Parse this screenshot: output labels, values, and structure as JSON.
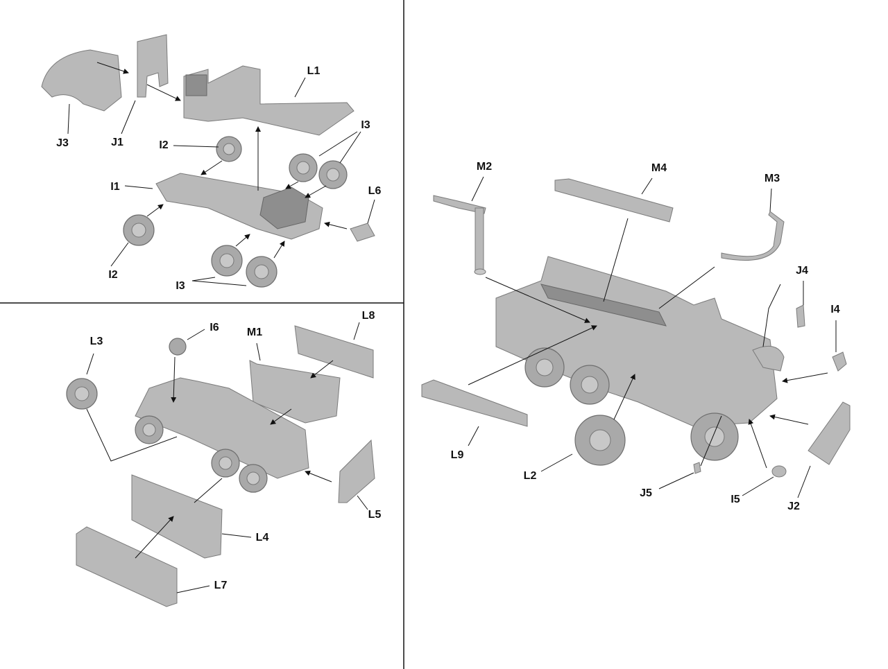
{
  "panels": {
    "top_left": {
      "labels": [
        "L1",
        "I3",
        "J3",
        "J1",
        "I2",
        "I1",
        "L6",
        "I2",
        "I3"
      ]
    },
    "bottom_left": {
      "labels": [
        "L8",
        "L3",
        "I6",
        "M1",
        "L5",
        "L4",
        "L7"
      ]
    },
    "right": {
      "labels": [
        "M2",
        "M4",
        "M3",
        "J4",
        "I4",
        "L9",
        "L2",
        "J5",
        "I5",
        "J2"
      ]
    }
  }
}
